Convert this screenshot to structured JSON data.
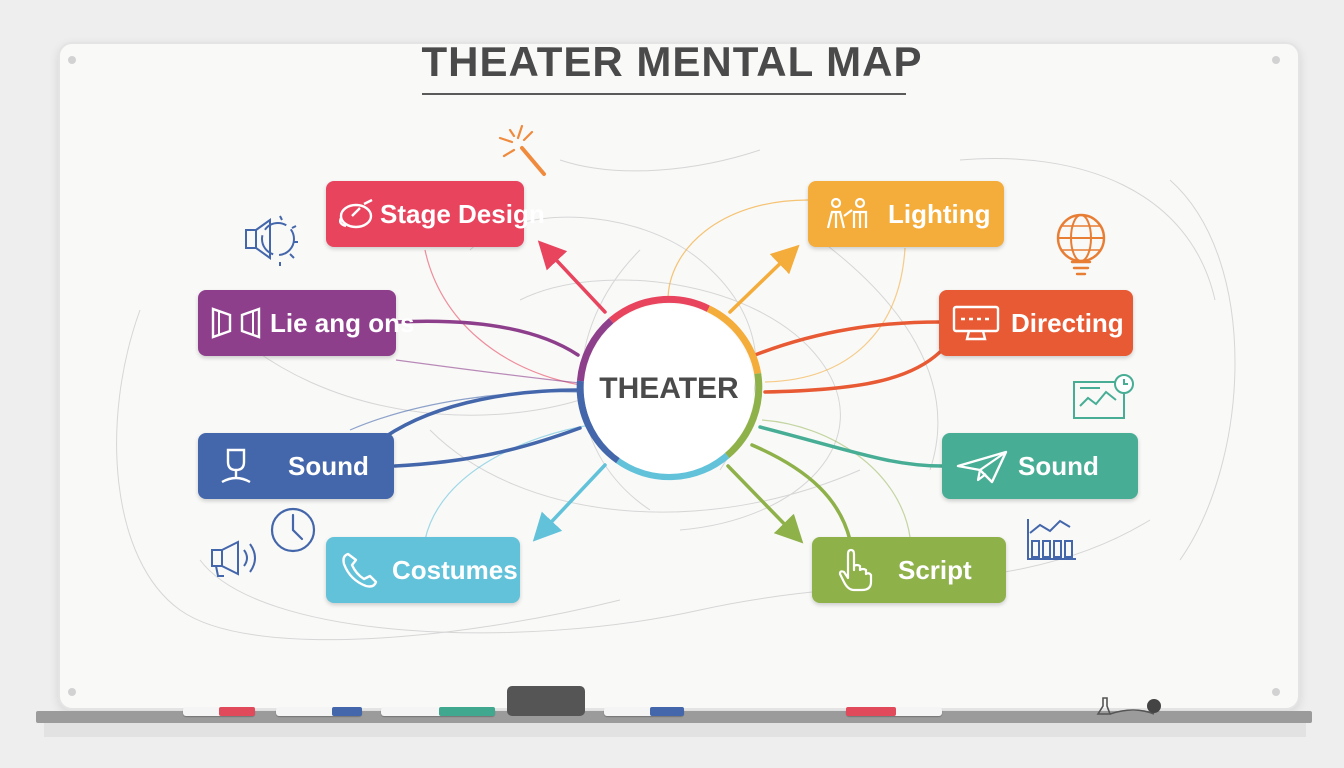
{
  "title": "THEATER MENTAL MAP",
  "center": {
    "label": "THEATER"
  },
  "nodes": [
    {
      "id": "stage-design",
      "label": "Stage Design",
      "color": "#e8445e",
      "icon": "stage-icon"
    },
    {
      "id": "lie-ang-ons",
      "label": "Lie ang ons",
      "color": "#8e3f8c",
      "icon": "curtains-icon"
    },
    {
      "id": "sound-left",
      "label": "Sound",
      "color": "#4467ab",
      "icon": "microphone-icon"
    },
    {
      "id": "costumes",
      "label": "Costumes",
      "color": "#62c2da",
      "icon": "phone-icon"
    },
    {
      "id": "lighting",
      "label": "Lighting",
      "color": "#f4ac3a",
      "icon": "actors-icon"
    },
    {
      "id": "directing",
      "label": "Directing",
      "color": "#e85a34",
      "icon": "monitor-icon"
    },
    {
      "id": "sound-right",
      "label": "Sound",
      "color": "#47ae95",
      "icon": "paper-plane-icon"
    },
    {
      "id": "script",
      "label": "Script",
      "color": "#8fb14a",
      "icon": "pointer-hand-icon"
    }
  ],
  "decorations": [
    "magic-wand-icon",
    "speaker-icon",
    "clock-icon",
    "megaphone-icon",
    "globe-bulb-icon",
    "analytics-icon",
    "bar-chart-icon"
  ],
  "tray": {
    "markers": [
      {
        "cap_color": "#e04a5a"
      },
      {
        "cap_color": "#4467ab"
      },
      {
        "cap_color": "#3fa88e"
      },
      {
        "cap_color": "#4467ab"
      },
      {
        "cap_color": "#e04a5a"
      }
    ]
  }
}
